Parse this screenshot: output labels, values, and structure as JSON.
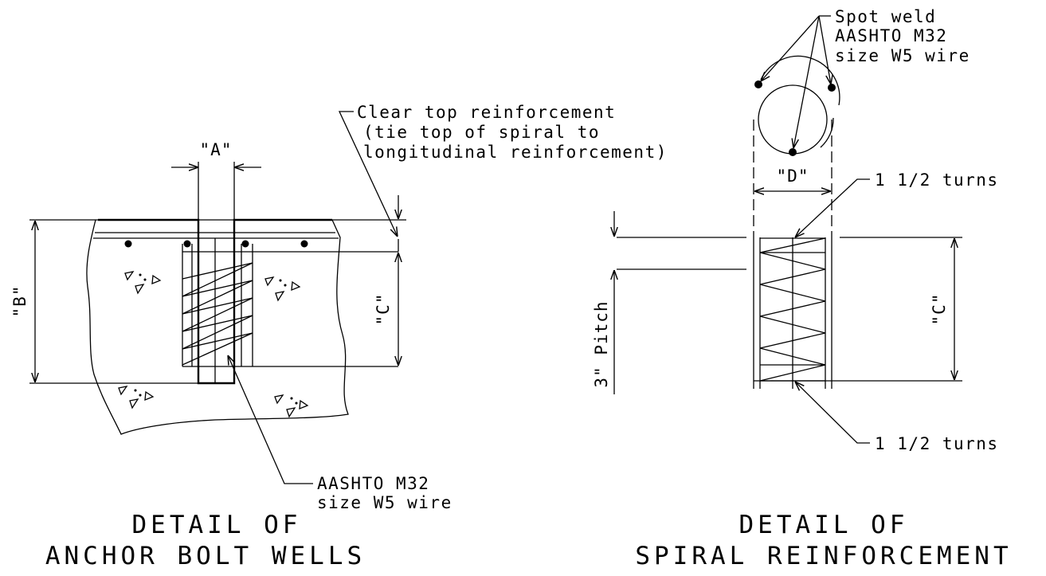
{
  "left_detail": {
    "title_line1": "DETAIL OF",
    "title_line2": "ANCHOR BOLT WELLS",
    "dim_a": "\"A\"",
    "dim_b": "\"B\"",
    "dim_c": "\"C\"",
    "note_top_line1": "Clear top reinforcement",
    "note_top_line2": "(tie top of spiral to",
    "note_top_line3": "longitudinal reinforcement)",
    "note_wire_line1": "AASHTO M32",
    "note_wire_line2": "size W5 wire"
  },
  "right_detail": {
    "title_line1": "DETAIL OF",
    "title_line2": "SPIRAL REINFORCEMENT",
    "dim_d": "\"D\"",
    "dim_c": "\"C\"",
    "pitch_label": "3\" Pitch",
    "note_weld_line1": "Spot weld",
    "note_weld_line2": "AASHTO M32",
    "note_weld_line3": "size W5 wire",
    "turns_top": "1 1/2 turns",
    "turns_bottom": "1 1/2 turns"
  }
}
